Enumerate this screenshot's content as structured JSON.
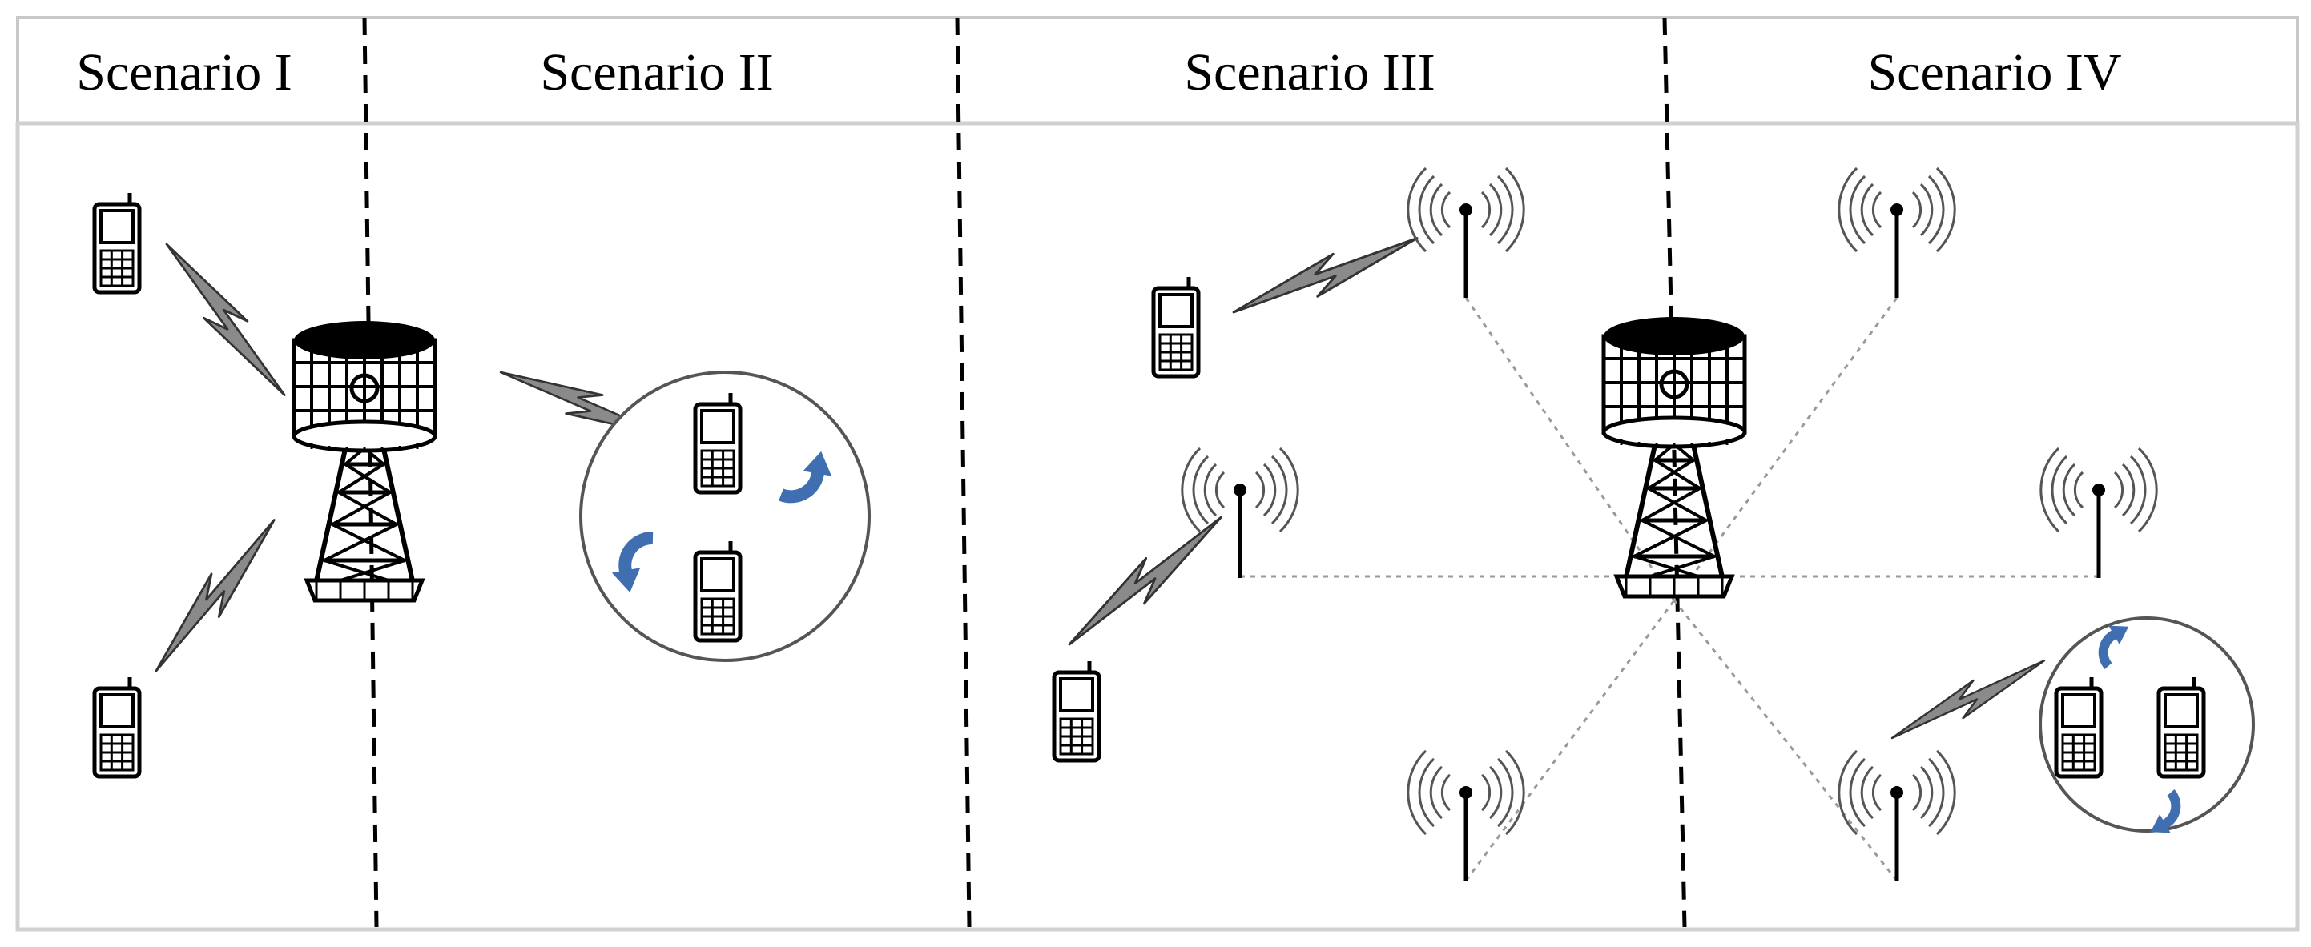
{
  "header": {
    "scenario_1": "Scenario I",
    "scenario_2": "Scenario II",
    "scenario_3": "Scenario III",
    "scenario_4": "Scenario IV"
  },
  "colors": {
    "border": "#c8c8c8",
    "lightning_fill": "#8a8a8a",
    "d2d_arrow": "#3f6fb0",
    "backhaul_line": "#9a9a9a"
  },
  "icons": [
    "mobile-phone-icon",
    "cell-tower-icon",
    "small-cell-antenna-icon",
    "lightning-link-icon",
    "d2d-arrow-icon"
  ]
}
